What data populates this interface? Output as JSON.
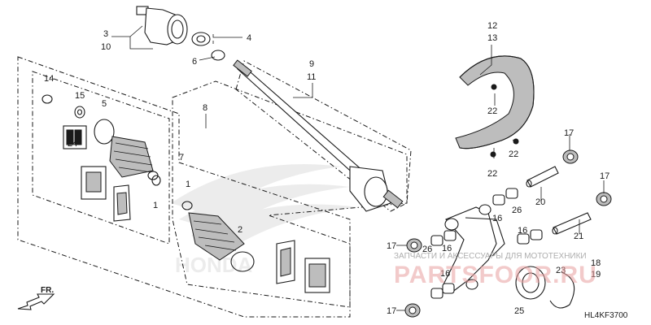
{
  "callouts": {
    "c1a": "1",
    "c1b": "1",
    "c2": "2",
    "c3": "3",
    "c4": "4",
    "c5": "5",
    "c6": "6",
    "c7": "7",
    "c8": "8",
    "c9": "9",
    "c10": "10",
    "c11": "11",
    "c12": "12",
    "c13": "13",
    "c14": "14",
    "c15": "15",
    "c16a": "16",
    "c16b": "16",
    "c16c": "16",
    "c16d": "16",
    "c17a": "17",
    "c17b": "17",
    "c17c": "17",
    "c17d": "17",
    "c18": "18",
    "c19": "19",
    "c20": "20",
    "c21": "21",
    "c22a": "22",
    "c22b": "22",
    "c22c": "22",
    "c23": "23",
    "c24": "24",
    "c25": "25",
    "c26a": "26",
    "c26b": "26"
  },
  "diagram_code": "HL4KF3700",
  "front_marker": "FR.",
  "watermark": {
    "brand": "PARTSFOOR.RU",
    "tagline": "ЗАПЧАСТИ И АКСЕССУАРЫ ДЛЯ МОТОТЕХНИКИ"
  },
  "colors": {
    "ink": "#1a1a1a",
    "watermark": "#e8a0a0"
  }
}
